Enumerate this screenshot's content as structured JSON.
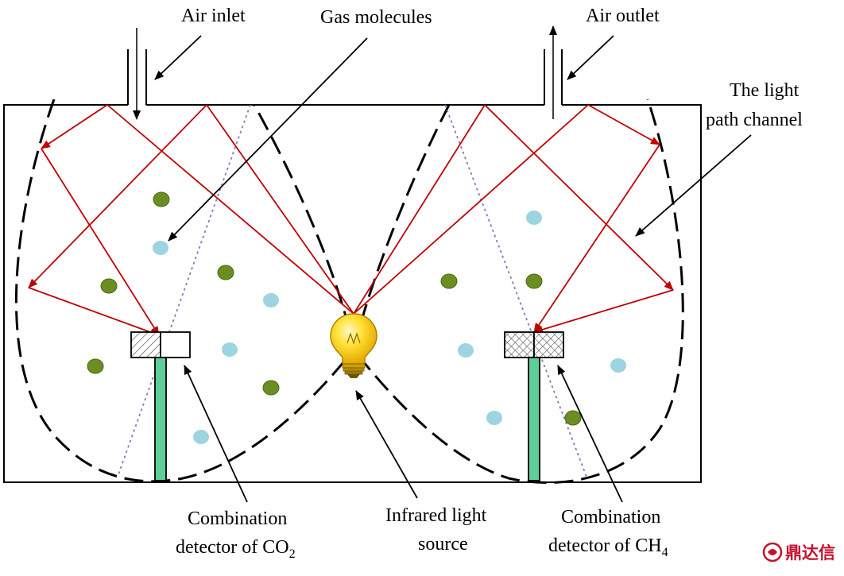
{
  "labels": {
    "air_inlet": "Air inlet",
    "gas_molecules": "Gas molecules",
    "air_outlet": "Air outlet",
    "light_path_1": "The light",
    "light_path_2": "path channel",
    "co2_line1": "Combination",
    "co2_line2_prefix": "detector of CO",
    "co2_sub": "2",
    "source_line1": "Infrared light",
    "source_line2": "source",
    "ch4_line1": "Combination",
    "ch4_line2_prefix": "detector of CH",
    "ch4_sub": "4"
  },
  "watermark": {
    "text": "鼎达信",
    "color": "#c8102e"
  },
  "colors": {
    "light_ray": "#c00000",
    "molecule_co2": "#6b8e23",
    "molecule_ch4": "#9ed4e0",
    "detector_stem": "#5fcf9a",
    "bulb": "#ffd400"
  }
}
